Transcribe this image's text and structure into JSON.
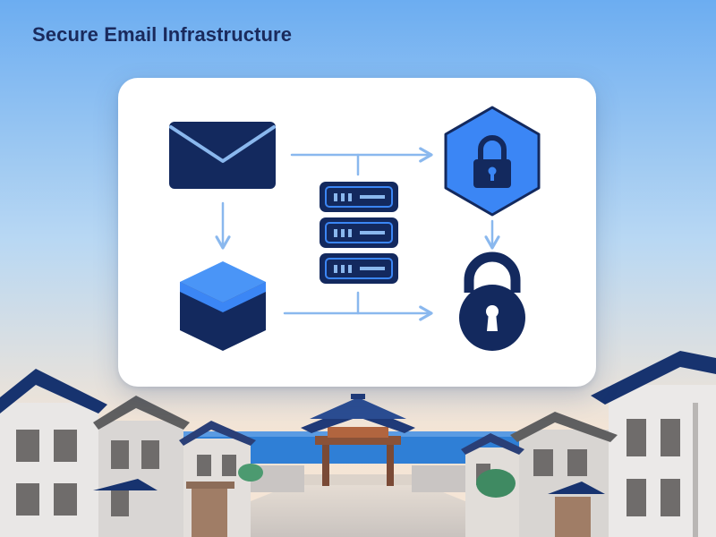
{
  "diagram": {
    "title": "Secure Email Infrastructure",
    "nodes": [
      {
        "id": "email",
        "icon": "envelope-icon"
      },
      {
        "id": "server",
        "icon": "server-rack-icon"
      },
      {
        "id": "storage",
        "icon": "storage-cube-icon"
      },
      {
        "id": "encryption",
        "icon": "hexagon-lock-icon"
      },
      {
        "id": "secure-lock",
        "icon": "padlock-icon"
      }
    ],
    "edges": [
      {
        "from": "email",
        "to": "encryption"
      },
      {
        "from": "email",
        "to": "storage"
      },
      {
        "from": "encryption",
        "to": "secure-lock"
      },
      {
        "from": "storage",
        "to": "secure-lock"
      },
      {
        "from": "server",
        "to": "encryption"
      },
      {
        "from": "server",
        "to": "secure-lock"
      }
    ]
  },
  "colors": {
    "navy": "#13295e",
    "blue": "#3b86f5",
    "light_blue": "#8ab8ee",
    "title_text": "#1a2a5c",
    "sky_top": "#6fb0f2",
    "sky_bottom": "#f3e3d3",
    "sea": "#2f7fd6"
  }
}
